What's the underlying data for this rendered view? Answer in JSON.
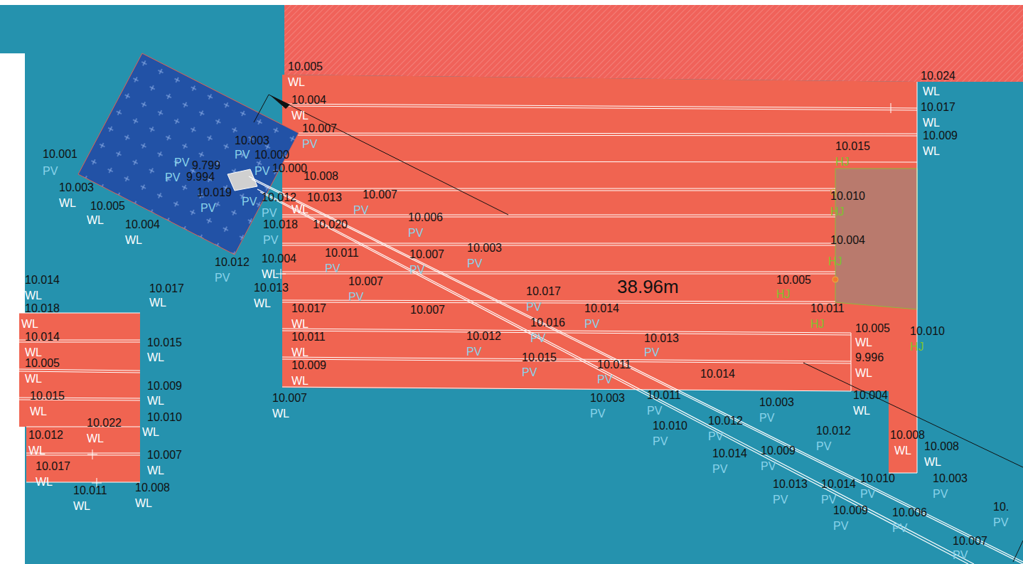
{
  "diagram": {
    "labels": [
      "10.005",
      "WL",
      "10.004",
      "WL",
      "10.007",
      "PV",
      "10.003",
      "PV",
      "10.000",
      "PV",
      "10.000",
      "10.008",
      "PV",
      "9.799",
      "PV",
      "9.994",
      "10.001",
      "PV",
      "10.003",
      "WL",
      "10.005",
      "WL",
      "10.004",
      "WL",
      "10.019",
      "PV",
      "PV",
      "10.012",
      "PV",
      "10.012",
      "PV",
      "10.013",
      "WL",
      "PV",
      "10.007",
      "10.018",
      "10.020",
      "PV",
      "10.006",
      "PV",
      "10.004",
      "WL",
      "10.011",
      "PV",
      "10.007",
      "PV",
      "10.003",
      "PV",
      "10.013",
      "WL",
      "10.007",
      "PV",
      "10.017",
      "WL",
      "10.007",
      "10.017",
      "PV",
      "10.014",
      "PV",
      "38.96m",
      "10.016",
      "PV",
      "10.012",
      "PV",
      "10.013",
      "PV",
      "10.011",
      "WL",
      "10.009",
      "WL",
      "10.007",
      "WL",
      "10.015",
      "PV",
      "10.011",
      "PV",
      "10.014",
      "10.003",
      "PV",
      "10.011",
      "PV",
      "10.010",
      "PV",
      "10.012",
      "PV",
      "10.003",
      "PV",
      "10.014",
      "PV",
      "10.009",
      "PV",
      "10.012",
      "PV",
      "10.013",
      "PV",
      "10.014",
      "PV",
      "10.010",
      "PV",
      "10.003",
      "PV",
      "10.009",
      "PV",
      "10.006",
      "PV",
      "10.007",
      "PV",
      "10.",
      "PV",
      "10.024",
      "WL",
      "10.017",
      "WL",
      "10.009",
      "WL",
      "10.015",
      "HJ",
      "10.010",
      "HJ",
      "10.004",
      "HJ",
      "10.005",
      "HJ",
      "10.011",
      "HJ",
      "10.005",
      "WL",
      "10.010",
      "HJ",
      "9.996",
      "WL",
      "10.004",
      "WL",
      "10.008",
      "WL",
      "10.008",
      "WL",
      "10.014",
      "WL",
      "10.017",
      "WL",
      "10.018",
      "WL",
      "10.014",
      "WL",
      "10.015",
      "WL",
      "10.005",
      "WL",
      "10.009",
      "WL",
      "10.015",
      "WL",
      "10.010",
      "WL",
      "10.022",
      "WL",
      "10.012",
      "WL",
      "10.007",
      "WL",
      "10.017",
      "WL",
      "10.011",
      "WL",
      "10.008",
      "WL"
    ]
  }
}
